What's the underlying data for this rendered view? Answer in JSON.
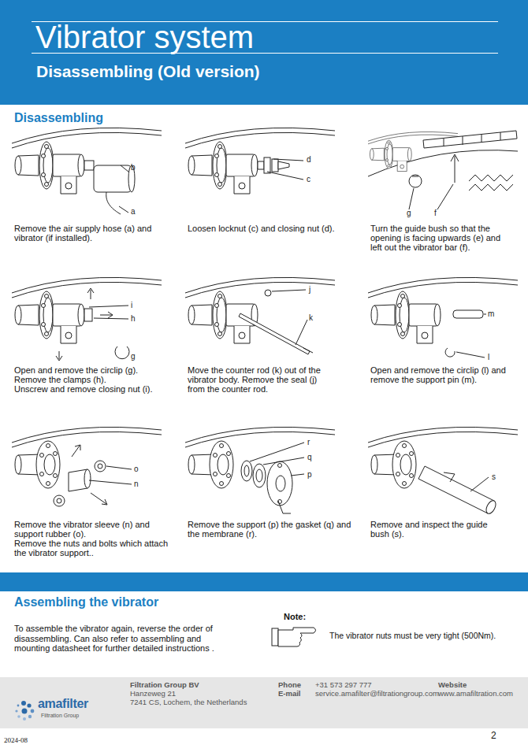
{
  "diagram": {
    "title": "Vibrator system",
    "nodes": [
      {
        "text": [
          "Disassembling (Old version)"
        ]
      },
      {
        "text": [
          "amafilter",
          "Filtration Group",
          "Filtration Group BV",
          "Hanzeweg 21",
          "7241 CS, Lochem, the Netherlands",
          "Phone",
          "E-mail",
          "+31 573 297 777",
          "service.amafilter@filtrationgroup.com",
          "Website",
          "www.amafiltration.com"
        ]
      }
    ],
    "labels": [
      "Disassembling",
      "b",
      "a",
      "Remove the air supply hose (a) and vibrator (if installed).",
      "d",
      "c",
      "Loosen locknut (c) and closing nut (d).",
      "g",
      "f",
      "Turn the guide bush so that the opening is facing upwards (e) and left out the vibrator bar (f).",
      "i",
      "h",
      "g",
      "Open and remove the circlip (g).",
      "Remove the clamps (h).",
      "Unscrew and remove closing nut (i).",
      "j",
      "k",
      "Move the counter rod (k) out of the vibrator body. Remove the seal (j) from the counter rod.",
      "m",
      "l",
      "Open and remove the circlip (l) and remove the support pin (m).",
      "o",
      "n",
      "Remove the vibrator sleeve (n) and support rubber (o).",
      "Remove the nuts and bolts which attach the vibrator support..",
      "r",
      "q",
      "p",
      "Remove the support (p) the gasket (q) and the membrane (r).",
      "s",
      "Remove and inspect the guide bush (s).",
      "Assembling the vibrator",
      "To assemble the vibrator again, reverse the order of disassembling. Can also refer to assembling and mounting datasheet for further detailed instructions .",
      "Note:",
      "The vibrator nuts must be very tight (500Nm).",
      "2024-08",
      "2"
    ]
  }
}
